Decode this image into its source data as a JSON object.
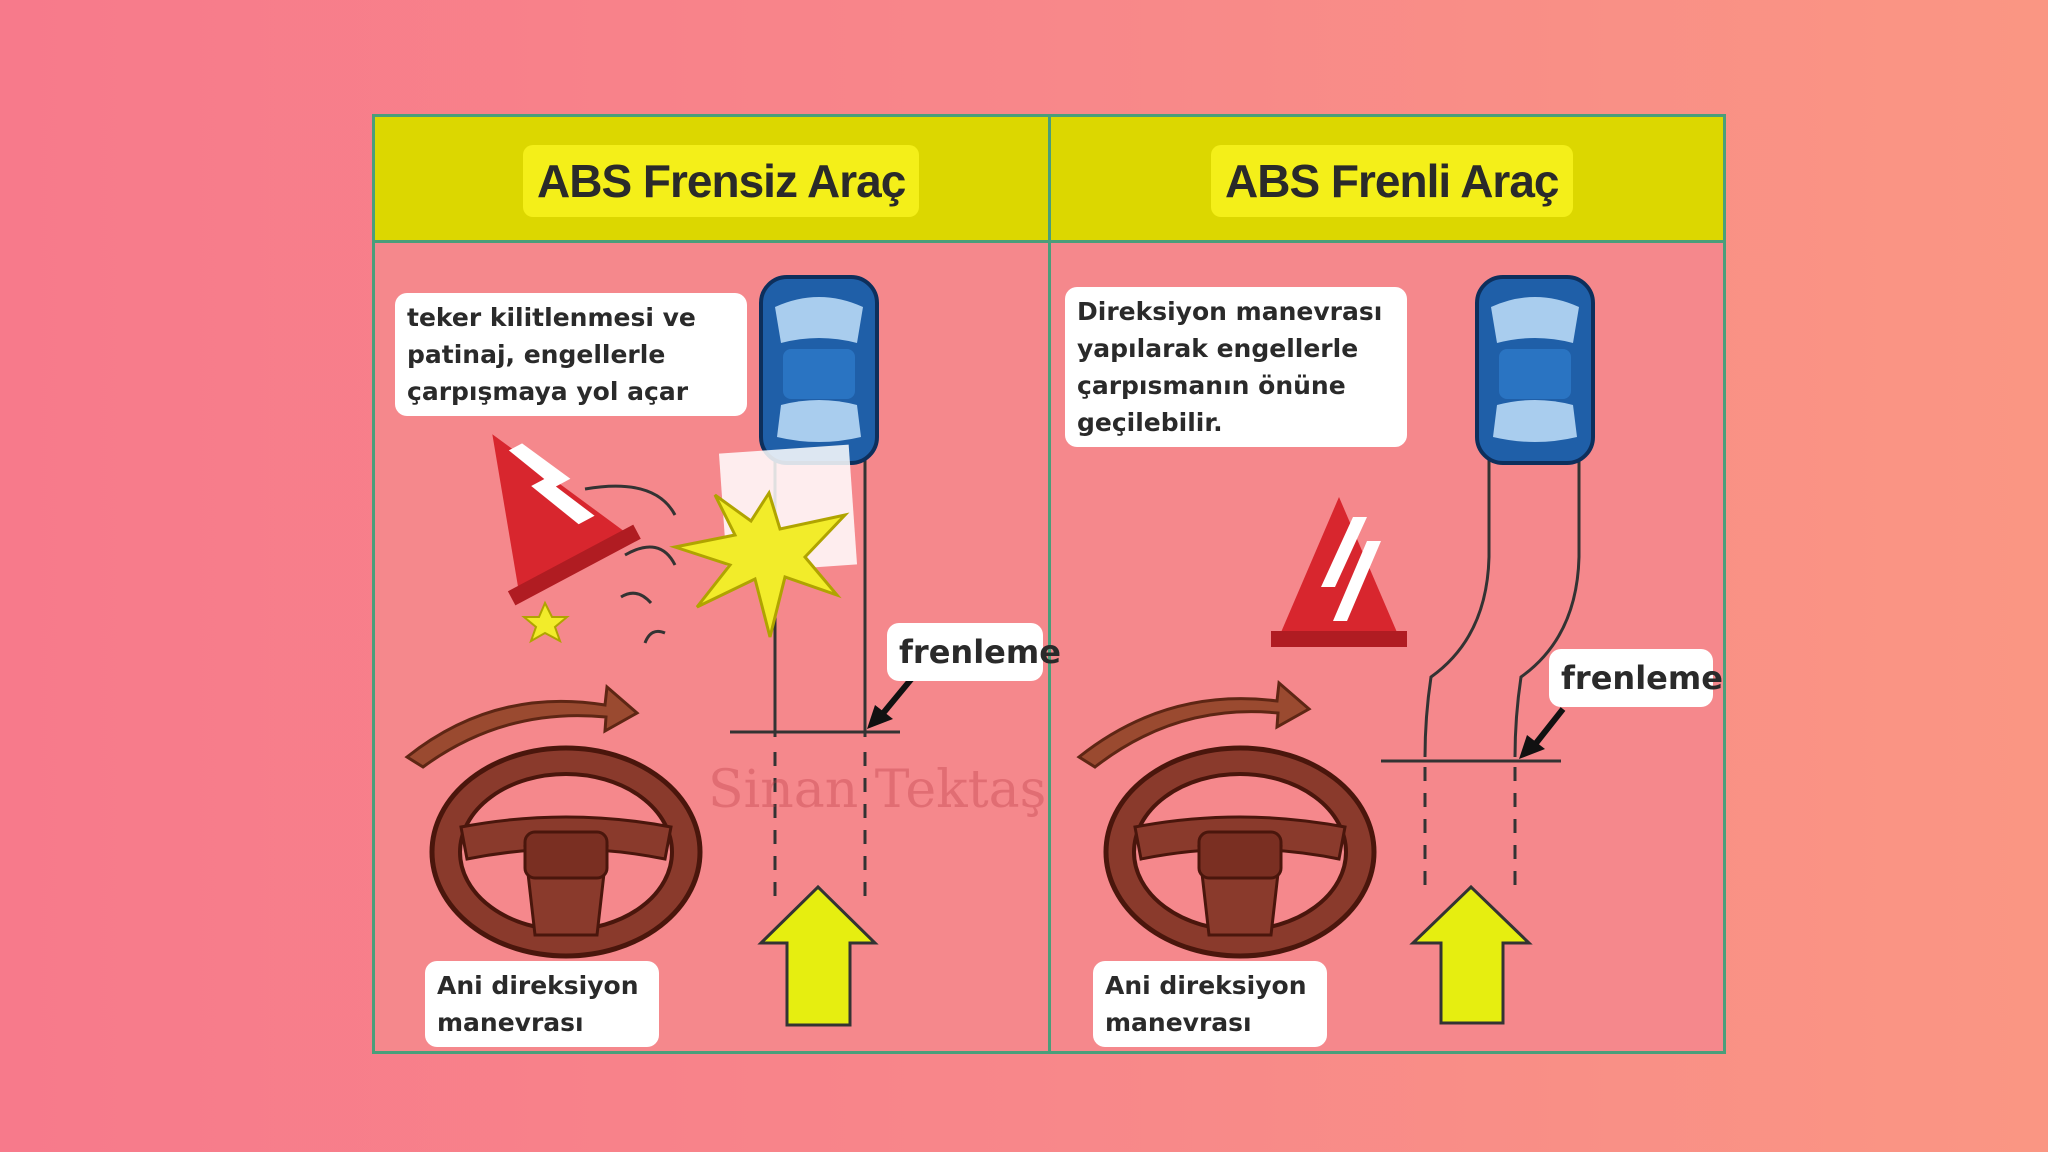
{
  "panels": {
    "left": {
      "title": "ABS Frensiz Araç",
      "note": "teker kilitlenmesi ve\npatinaj, engellerle\nçarpışmaya yol açar",
      "brake_label": "frenleme",
      "steer_label": "Ani direksiyon\nmanevrası"
    },
    "right": {
      "title": "ABS Frenli Araç",
      "note": "Direksiyon manevrası\nyapılarak engellerle\nçarpısmanın önüne\ngeçilebilir.",
      "brake_label": "frenleme",
      "steer_label": "Ani direksiyon\nmanevrası"
    }
  },
  "watermark": "Sinan Tektaş",
  "colors": {
    "background": "#f8878a",
    "header": "#dcd700",
    "title_highlight": "#f4ef19",
    "car": "#1f5fa8",
    "cone_red": "#d8262e",
    "wheel": "#8a3a2c",
    "arrow_yellow": "#e6ee10",
    "border": "#4a9e7a"
  }
}
